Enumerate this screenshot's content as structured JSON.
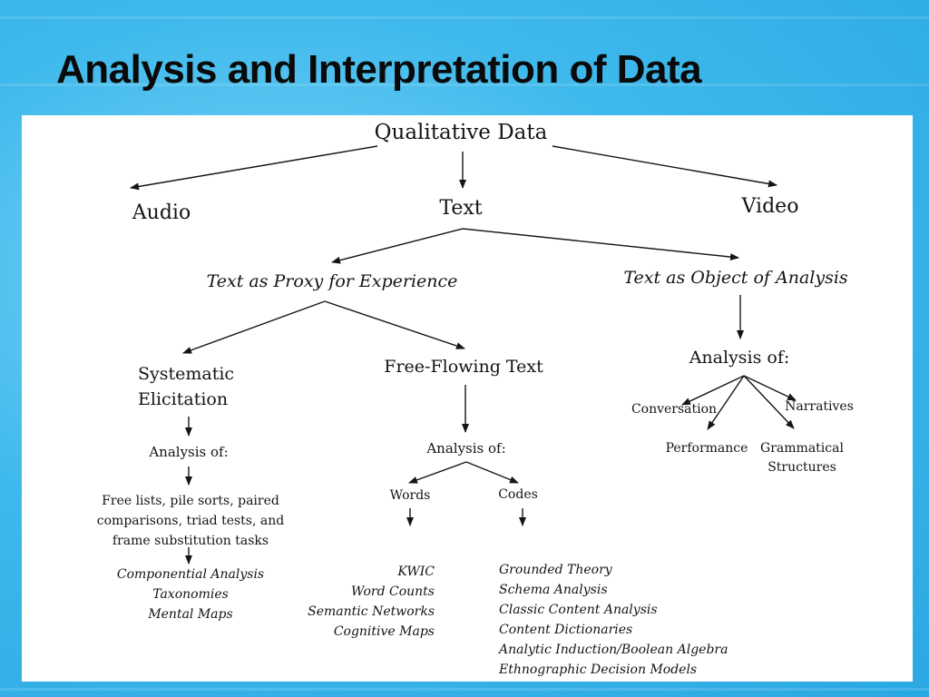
{
  "slide": {
    "title": "Analysis and Interpretation of Data"
  },
  "diagram": {
    "root": "Qualitative Data",
    "level1": {
      "audio": "Audio",
      "text": "Text",
      "video": "Video"
    },
    "level2": {
      "proxy": "Text as Proxy for Experience",
      "object": "Text as Object of Analysis"
    },
    "level3": {
      "systematic_line1": "Systematic",
      "systematic_line2": "Elicitation",
      "free_flowing": "Free-Flowing Text",
      "analysis_of_object": "Analysis of:"
    },
    "systematic_branch": {
      "analysis_of": "Analysis of:",
      "methods_line1": "Free lists, pile sorts, paired",
      "methods_line2": "comparisons, triad tests, and",
      "methods_line3": "frame substitution tasks",
      "outcomes": [
        "Componential Analysis",
        "Taxonomies",
        "Mental Maps"
      ]
    },
    "free_flowing_branch": {
      "analysis_of": "Analysis of:",
      "words": "Words",
      "codes": "Codes",
      "words_methods": [
        "KWIC",
        "Word Counts",
        "Semantic Networks",
        "Cognitive Maps"
      ],
      "codes_methods": [
        "Grounded Theory",
        "Schema Analysis",
        "Classic Content Analysis",
        "Content Dictionaries",
        "Analytic Induction/Boolean Algebra",
        "Ethnographic Decision Models"
      ]
    },
    "object_branch": {
      "conversation": "Conversation",
      "narratives": "Narratives",
      "performance": "Performance",
      "grammatical_line1": "Grammatical",
      "grammatical_line2": "Structures"
    }
  }
}
